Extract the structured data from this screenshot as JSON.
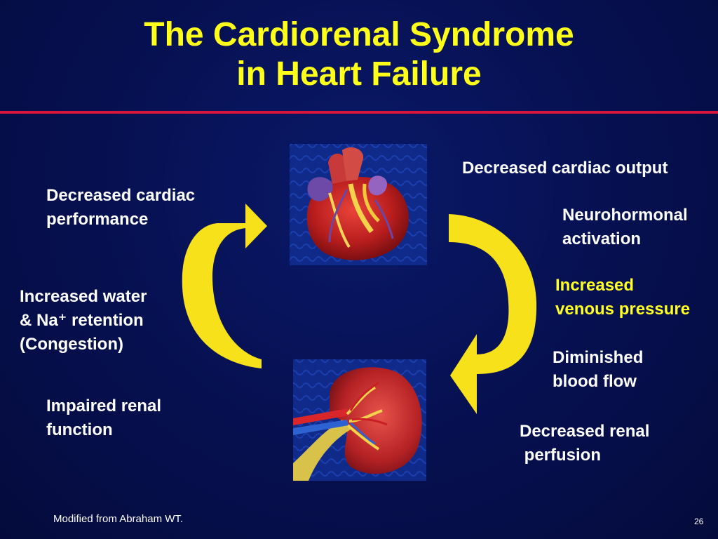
{
  "title": {
    "line1": "The Cardiorenal Syndrome",
    "line2": "in Heart Failure"
  },
  "labels": {
    "decreased_cardiac_performance": [
      "Decreased cardiac",
      "performance"
    ],
    "increased_water_retention": [
      "Increased water",
      "& Na⁺ retention",
      "(Congestion)"
    ],
    "impaired_renal_function": [
      "Impaired renal",
      "function"
    ],
    "decreased_cardiac_output": [
      "Decreased cardiac output"
    ],
    "neurohormonal_activation": [
      "Neurohormonal",
      "activation"
    ],
    "increased_venous_pressure": [
      "Increased",
      "venous pressure"
    ],
    "diminished_blood_flow": [
      "Diminished",
      "blood flow"
    ],
    "decreased_renal_perfusion": [
      "Decreased renal",
      " perfusion"
    ]
  },
  "footer": {
    "source": "Modified from Abraham WT.",
    "page_number": "26"
  },
  "colors": {
    "title": "#ffff1a",
    "arrow": "#f7e11a",
    "rule": "#d6163a",
    "highlight_text": "#ffff22"
  }
}
